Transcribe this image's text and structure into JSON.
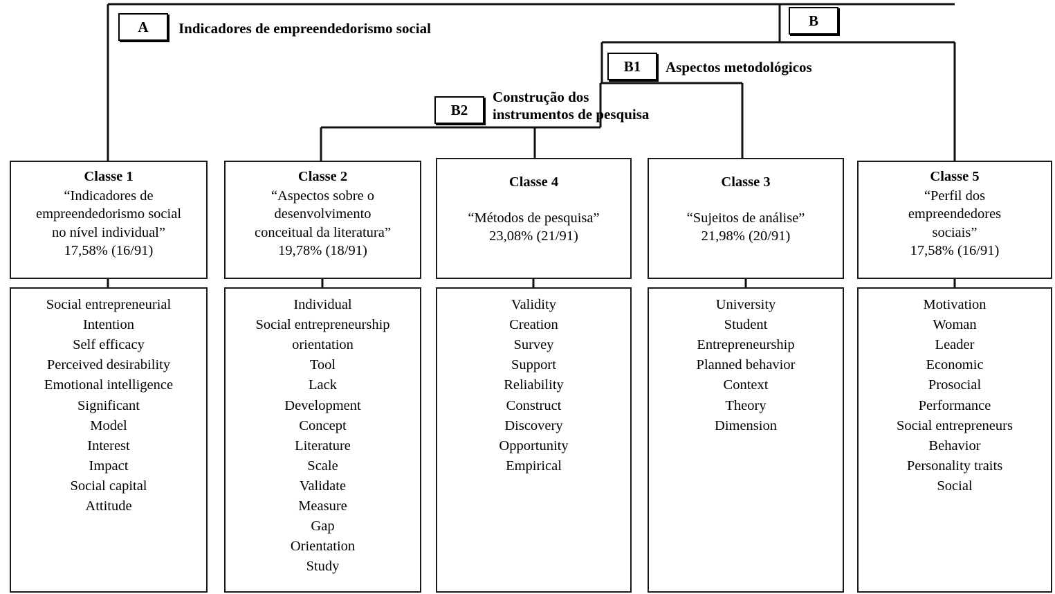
{
  "diagram": {
    "title_root": "Indicadores de empreendedorismo social",
    "nodes": [
      {
        "code": "A",
        "label": "Indicadores de empreendedorismo social"
      },
      {
        "code": "B",
        "label": ""
      },
      {
        "code": "B1",
        "label": "Aspectos metodológicos"
      },
      {
        "code": "B2",
        "label": "Construção dos\ninstrumentos de pesquisa"
      }
    ],
    "classes": [
      {
        "title": "Classe 1",
        "description": "“Indicadores de\nempreendedorismo social\nno nível individual”",
        "stat": "17,58% (16/91)",
        "percent": "17,58%",
        "fraction": "16/91",
        "words": [
          "Social entrepreneurial",
          "Intention",
          "Self efficacy",
          "Perceived desirability",
          "Emotional intelligence",
          "Significant",
          "Model",
          "Interest",
          "Impact",
          "Social capital",
          "Attitude"
        ]
      },
      {
        "title": "Classe 2",
        "description": "“Aspectos sobre o\ndesenvolvimento\nconceitual da literatura”",
        "stat": "19,78%  (18/91)",
        "percent": "19,78%",
        "fraction": "18/91",
        "words": [
          "Individual",
          "Social entrepreneurship\norientation",
          "Tool",
          "Lack",
          "Development",
          "Concept",
          "Literature",
          "Scale",
          "Validate",
          "Measure",
          "Gap",
          "Orientation",
          "Study"
        ]
      },
      {
        "title": "Classe 4",
        "description": "“Métodos de pesquisa”",
        "stat": "23,08%  (21/91)",
        "percent": "23,08%",
        "fraction": "21/91",
        "words": [
          "Validity",
          "Creation",
          "Survey",
          "Support",
          "Reliability",
          "Construct",
          "Discovery",
          "Opportunity",
          "Empirical"
        ]
      },
      {
        "title": "Classe 3",
        "description": "“Sujeitos de análise”",
        "stat": "21,98%  (20/91)",
        "percent": "21,98%",
        "fraction": "20/91",
        "words": [
          "University",
          "Student",
          "Entrepreneurship",
          "Planned behavior",
          "Context",
          "Theory",
          "Dimension"
        ]
      },
      {
        "title": "Classe 5",
        "description": "“Perfil dos\nempreendedores\nsociais”",
        "stat": "17,58%  (16/91)",
        "percent": "17,58%",
        "fraction": "16/91",
        "words": [
          "Motivation",
          "Woman",
          "Leader",
          "Economic",
          "Prosocial",
          "Performance",
          "Social entrepreneurs",
          "Behavior",
          "Personality traits",
          "Social"
        ]
      }
    ],
    "colors": {
      "line": "#111111",
      "border": "#1a1a1a",
      "background": "#ffffff",
      "text": "#000000"
    }
  }
}
